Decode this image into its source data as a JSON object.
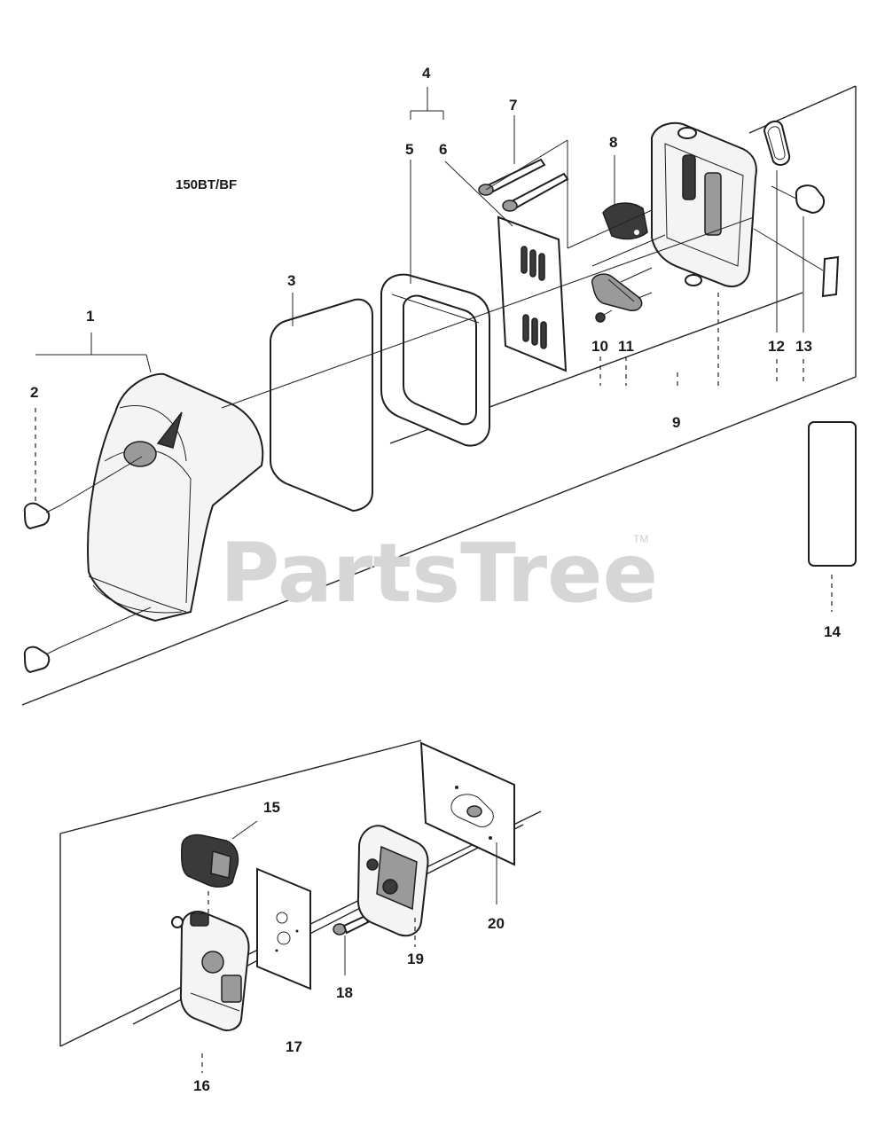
{
  "model": "150BT/BF",
  "watermark": {
    "text": "PartsTree",
    "tm": "TM"
  },
  "callouts": {
    "c1": "1",
    "c2": "2",
    "c3": "3",
    "c4": "4",
    "c5": "5",
    "c6": "6",
    "c7": "7",
    "c8": "8",
    "c9": "9",
    "c10": "10",
    "c11": "11",
    "c12": "12",
    "c13": "13",
    "c14": "14",
    "c15": "15",
    "c16": "16",
    "c17": "17",
    "c18": "18",
    "c19": "19",
    "c20": "20"
  },
  "colors": {
    "line": "#222222",
    "watermark": "#d6d6d6"
  }
}
